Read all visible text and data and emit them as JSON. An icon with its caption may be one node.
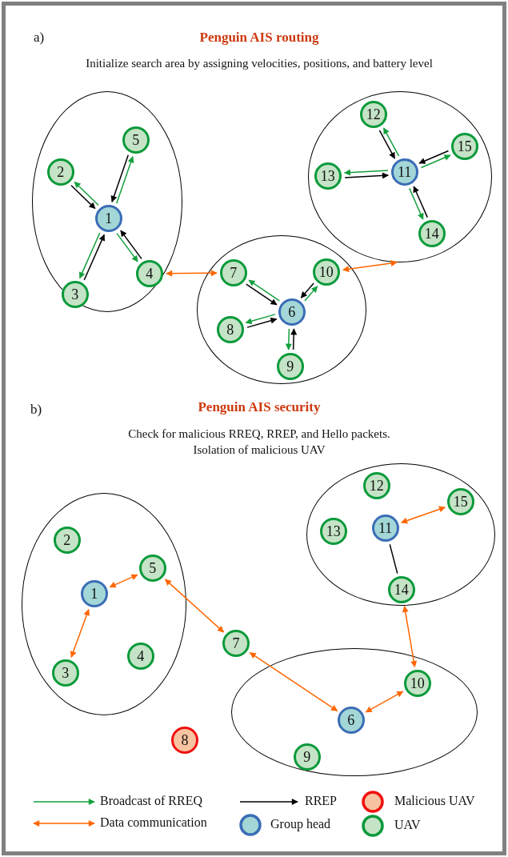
{
  "diagram": {
    "nodes": [
      {
        "text": [],
        "shape": "ellipse"
      },
      {
        "text": [
          "1"
        ],
        "in": 0
      },
      {
        "text": [
          "2"
        ],
        "in": 0
      },
      {
        "text": [
          "3"
        ],
        "in": 0
      },
      {
        "text": [
          "4"
        ],
        "in": 0
      },
      {
        "text": [
          "5"
        ],
        "in": 0
      },
      {
        "text": [],
        "shape": "ellipse"
      },
      {
        "text": [
          "6"
        ],
        "in": 6
      },
      {
        "text": [
          "7"
        ],
        "in": 6
      },
      {
        "text": [
          "8"
        ],
        "in": 6
      },
      {
        "text": [
          "9"
        ],
        "in": 6
      },
      {
        "text": [
          "10"
        ],
        "in": 6
      },
      {
        "text": [],
        "shape": "ellipse"
      },
      {
        "text": [
          "11"
        ],
        "in": 12
      },
      {
        "text": [
          "12"
        ],
        "in": 12
      },
      {
        "text": [
          "13"
        ],
        "in": 12
      },
      {
        "text": [
          "14"
        ],
        "in": 12
      },
      {
        "text": [
          "15"
        ],
        "in": 12
      },
      {
        "text": [],
        "shape": "ellipse"
      },
      {
        "text": [
          "1"
        ],
        "in": 18
      },
      {
        "text": [
          "2"
        ],
        "in": 18
      },
      {
        "text": [
          "3"
        ],
        "in": 18
      },
      {
        "text": [
          "4"
        ],
        "in": 18
      },
      {
        "text": [
          "5"
        ],
        "in": 18
      },
      {
        "text": [],
        "shape": "ellipse"
      },
      {
        "text": [
          "6"
        ],
        "in": 24
      },
      {
        "text": [
          "9"
        ],
        "in": 24
      },
      {
        "text": [
          "10"
        ],
        "in": 24
      },
      {
        "text": [
          "7"
        ]
      },
      {
        "text": [
          "8"
        ]
      },
      {
        "text": [],
        "shape": "ellipse"
      },
      {
        "text": [
          "11"
        ],
        "in": 30
      },
      {
        "text": [
          "12"
        ],
        "in": 30
      },
      {
        "text": [
          "13"
        ],
        "in": 30
      },
      {
        "text": [
          "14"
        ],
        "in": 30
      },
      {
        "text": [
          "15"
        ],
        "in": 30
      }
    ],
    "edges": [
      {
        "from": 1,
        "to": 2,
        "arrow": "to",
        "color": "#12a03c"
      },
      {
        "from": 2,
        "to": 1,
        "arrow": "to"
      },
      {
        "from": 1,
        "to": 5,
        "arrow": "to",
        "color": "#12a03c"
      },
      {
        "from": 5,
        "to": 1,
        "arrow": "to"
      },
      {
        "from": 1,
        "to": 3,
        "arrow": "to",
        "color": "#12a03c"
      },
      {
        "from": 3,
        "to": 1,
        "arrow": "to"
      },
      {
        "from": 1,
        "to": 4,
        "arrow": "to",
        "color": "#12a03c"
      },
      {
        "from": 4,
        "to": 1,
        "arrow": "to"
      },
      {
        "from": 4,
        "to": 8,
        "arrow": "both",
        "color": "#ff6600"
      },
      {
        "from": 7,
        "to": 8,
        "arrow": "to",
        "color": "#12a03c"
      },
      {
        "from": 8,
        "to": 7,
        "arrow": "to"
      },
      {
        "from": 7,
        "to": 11,
        "arrow": "to",
        "color": "#12a03c"
      },
      {
        "from": 11,
        "to": 7,
        "arrow": "to"
      },
      {
        "from": 7,
        "to": 9,
        "arrow": "to",
        "color": "#12a03c"
      },
      {
        "from": 9,
        "to": 7,
        "arrow": "to"
      },
      {
        "from": 7,
        "to": 10,
        "arrow": "to",
        "color": "#12a03c"
      },
      {
        "from": 10,
        "to": 7,
        "arrow": "to"
      },
      {
        "from": 11,
        "to": 12,
        "arrow": "both",
        "color": "#ff6600"
      },
      {
        "from": 13,
        "to": 14,
        "arrow": "to",
        "color": "#12a03c"
      },
      {
        "from": 14,
        "to": 13,
        "arrow": "to"
      },
      {
        "from": 13,
        "to": 15,
        "arrow": "to",
        "color": "#12a03c"
      },
      {
        "from": 15,
        "to": 13,
        "arrow": "to"
      },
      {
        "from": 13,
        "to": 17,
        "arrow": "to",
        "color": "#12a03c"
      },
      {
        "from": 17,
        "to": 13,
        "arrow": "to"
      },
      {
        "from": 13,
        "to": 16,
        "arrow": "to",
        "color": "#12a03c"
      },
      {
        "from": 16,
        "to": 13,
        "arrow": "to"
      },
      {
        "from": 19,
        "to": 23,
        "arrow": "both",
        "color": "#ff6600"
      },
      {
        "from": 19,
        "to": 21,
        "arrow": "both",
        "color": "#ff6600"
      },
      {
        "from": 23,
        "to": 28,
        "arrow": "both",
        "color": "#ff6600"
      },
      {
        "from": 28,
        "to": 25,
        "arrow": "both",
        "color": "#ff6600"
      },
      {
        "from": 25,
        "to": 27,
        "arrow": "both",
        "color": "#ff6600"
      },
      {
        "from": 27,
        "to": 34,
        "arrow": "both",
        "color": "#ff6600"
      },
      {
        "from": 31,
        "to": 35,
        "arrow": "both",
        "color": "#ff6600"
      },
      {
        "from": 31,
        "to": 34,
        "arrow": "none"
      }
    ],
    "labels": [
      "a)",
      "Penguin AIS routing",
      "Initialize search area by assigning velocities, positions, and battery level",
      "b)",
      "Penguin AIS security",
      "Check for malicious RREQ, RREP, and Hello packets. Isolation of malicious UAV"
    ],
    "legend": [
      {
        "text": "Broadcast of RREQ"
      },
      {
        "text": "RREP"
      },
      {
        "text": "Malicious UAV",
        "color": "#f8c3a0"
      },
      {
        "text": "Data communication"
      },
      {
        "text": "Group head",
        "color": "#a3d6d6"
      },
      {
        "text": "UAV",
        "color": "#c5e3c6"
      }
    ]
  }
}
